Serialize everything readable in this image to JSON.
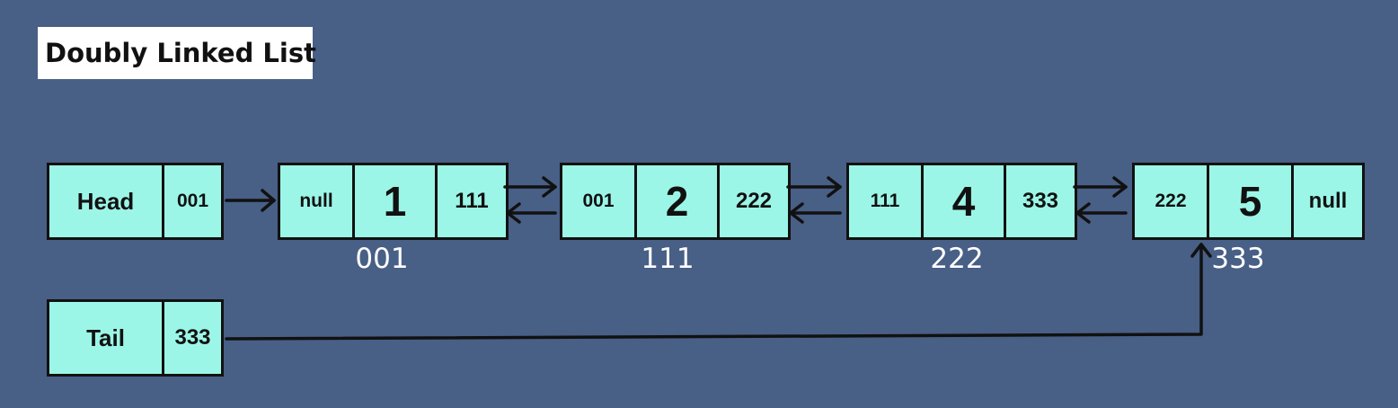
{
  "title": "Doubly Linked List",
  "head": {
    "label": "Head",
    "pointer": "001"
  },
  "tail": {
    "label": "Tail",
    "pointer": "333"
  },
  "nodes": [
    {
      "prev": "null",
      "value": "1",
      "next": "111",
      "address": "001"
    },
    {
      "prev": "001",
      "value": "2",
      "next": "222",
      "address": "111"
    },
    {
      "prev": "111",
      "value": "4",
      "next": "333",
      "address": "222"
    },
    {
      "prev": "222",
      "value": "5",
      "next": "null",
      "address": "333"
    }
  ],
  "colors": {
    "background": "#485f86",
    "node_fill": "#9cf6e7",
    "border": "#111111",
    "title_bg": "#ffffff"
  }
}
